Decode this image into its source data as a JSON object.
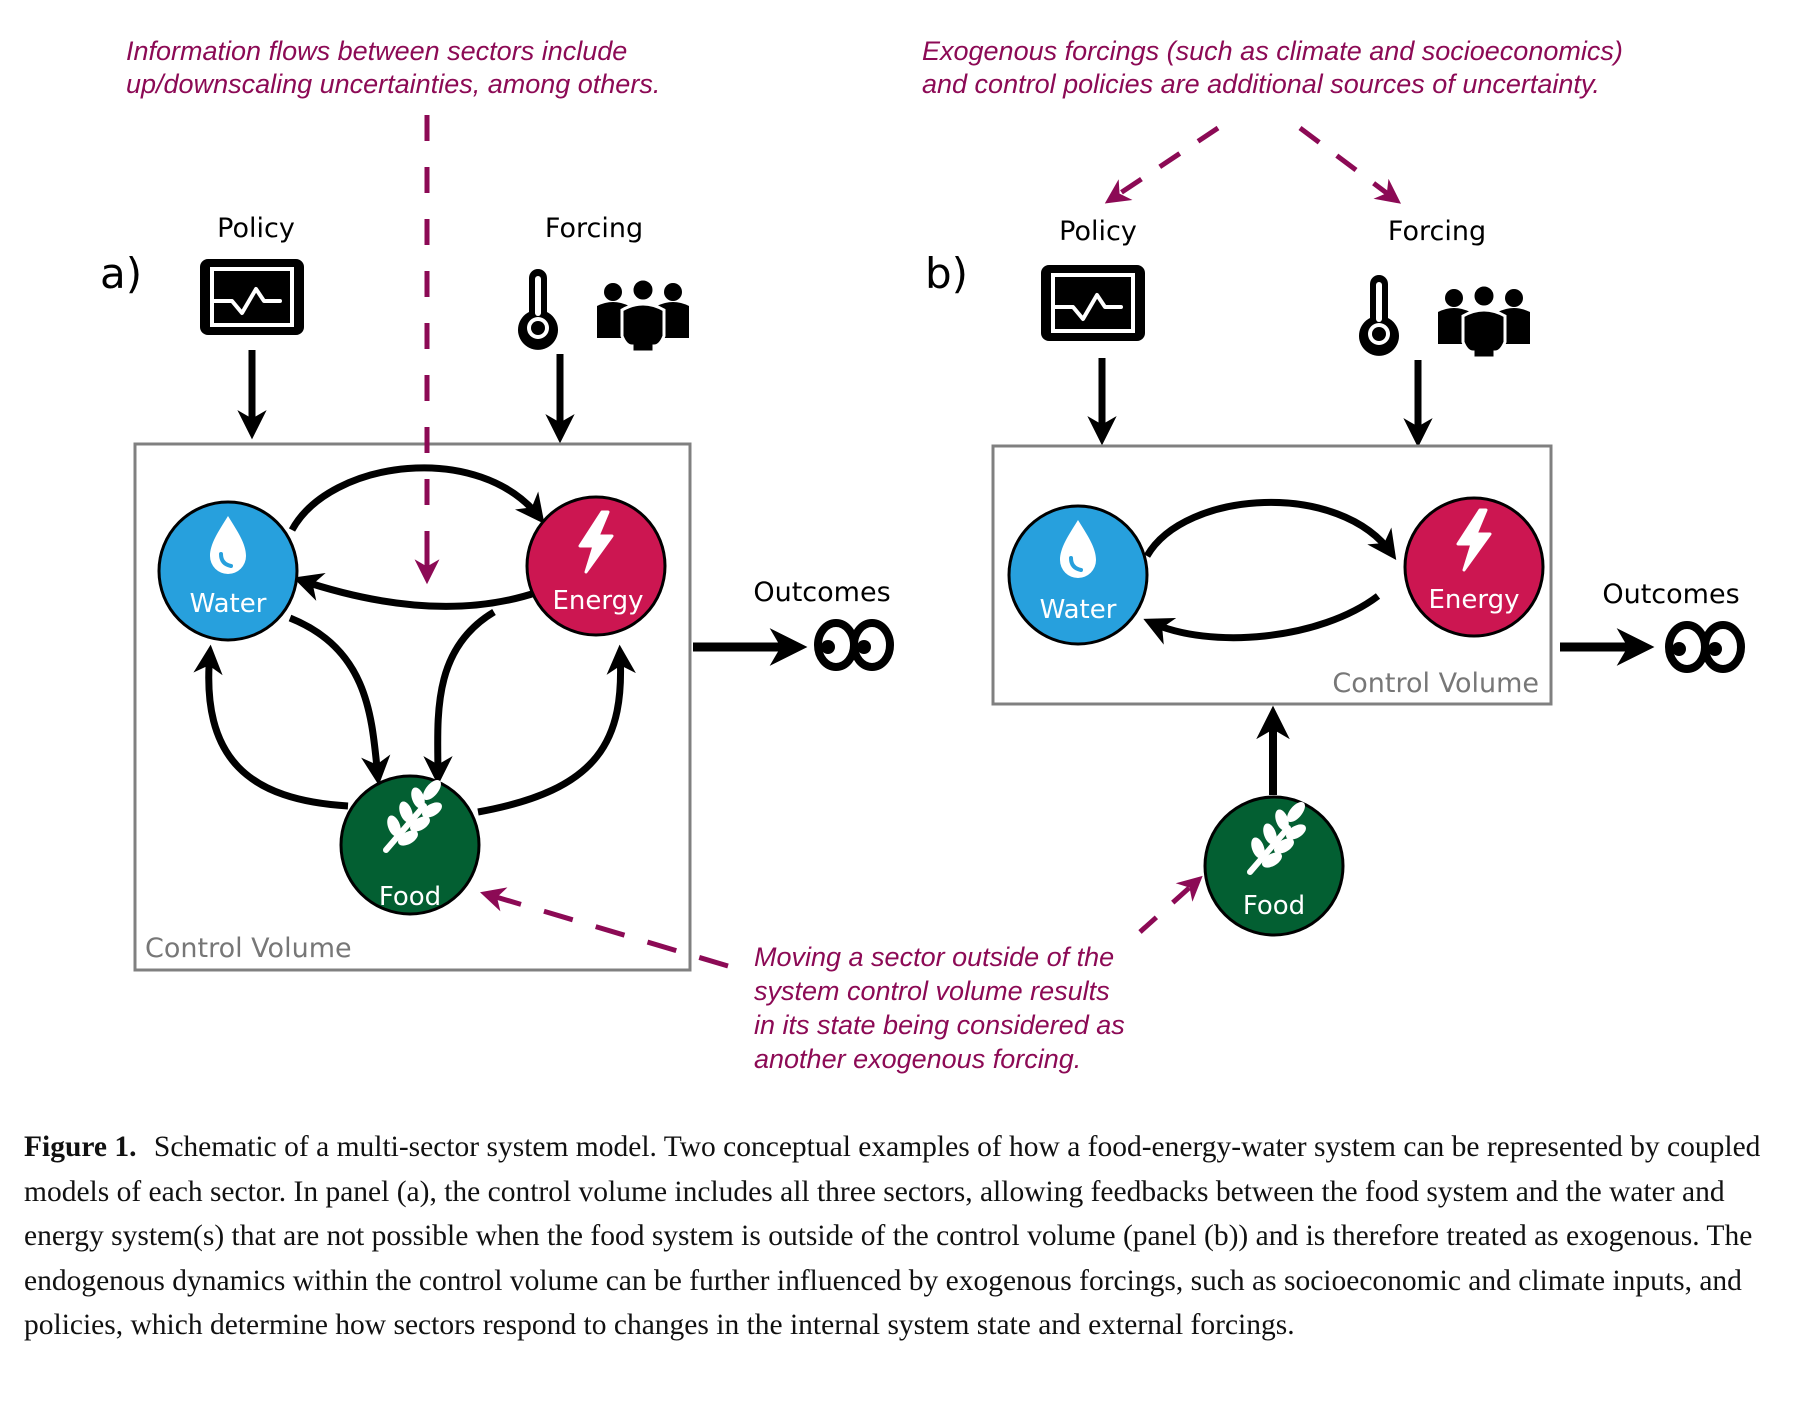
{
  "annotations": {
    "info_flows": [
      "Information flows between sectors include",
      "up/downscaling uncertainties, among others."
    ],
    "exogenous": [
      "Exogenous forcings (such as climate and socioeconomics)",
      "and control policies are additional sources of uncertainty."
    ],
    "moving_sector": [
      "Moving a sector outside of the",
      "system control volume results",
      "in its state being considered as",
      "another exogenous forcing."
    ]
  },
  "panel_a": {
    "label": "a)",
    "policy_label": "Policy",
    "forcing_label": "Forcing",
    "outcomes_label": "Outcomes",
    "control_volume_label": "Control Volume",
    "nodes": {
      "water": "Water",
      "energy": "Energy",
      "food": "Food"
    }
  },
  "panel_b": {
    "label": "b)",
    "policy_label": "Policy",
    "forcing_label": "Forcing",
    "outcomes_label": "Outcomes",
    "control_volume_label": "Control Volume",
    "nodes": {
      "water": "Water",
      "energy": "Energy",
      "food": "Food"
    }
  },
  "colors": {
    "water": "#27a0dd",
    "energy": "#cc1651",
    "food": "#035f32",
    "annotation": "#8c0a55",
    "control_volume_border": "#808080"
  },
  "caption": {
    "label": "Figure 1.",
    "text": "Schematic of a multi-sector system model. Two conceptual examples of how a food-energy-water system can be represented by coupled models of each sector. In panel (a), the control volume includes all three sectors, allowing feedbacks between the food system and the water and energy system(s) that are not possible when the food system is outside of the control volume (panel (b)) and is therefore treated as exogenous. The endogenous dynamics within the control volume can be further influenced by exogenous forcings, such as socioeconomic and climate inputs, and policies, which determine how sectors respond to changes in the internal system state and external forcings."
  }
}
